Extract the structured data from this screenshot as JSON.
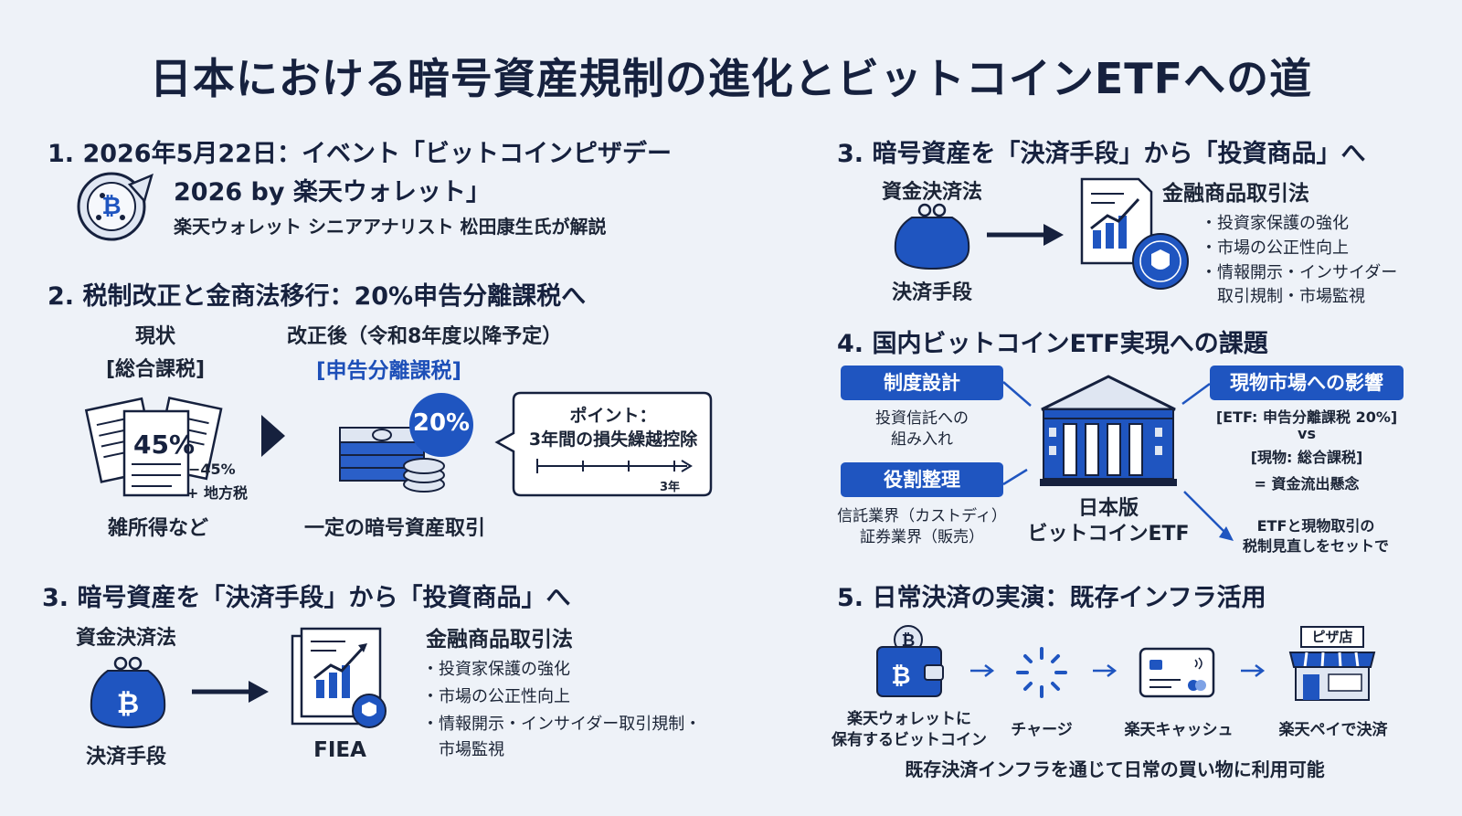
{
  "title": "日本における暗号資産規制の進化とビットコインETFへの道",
  "s1": {
    "heading_line1": "1. 2026年5月22日：イベント「ビットコインピザデー",
    "heading_line2": "2026 by 楽天ウォレット」",
    "sub": "楽天ウォレット シニアアナリスト 松田康生氏が解説"
  },
  "s2": {
    "heading": "2. 税制改正と金商法移行：20%申告分離課税へ",
    "current_label": "現状",
    "current_tax": "[総合課税]",
    "after_label": "改正後（令和8年度以降予定）",
    "after_tax": "[申告分離課税]",
    "doc_pct": "45%",
    "tax_note1": "−45%",
    "tax_note2": "+ 地方税",
    "misc_income": "雑所得など",
    "coin_pct": "20%",
    "crypto_trade": "一定の暗号資産取引",
    "point_title": "ポイント：",
    "point_text": "3年間の損失繰越控除",
    "timeline_label": "3年"
  },
  "s3left": {
    "heading": "3. 暗号資産を「決済手段」から「投資商品」へ",
    "law_from": "資金決済法",
    "from_label": "決済手段",
    "law_to": "金融商品取引法",
    "to_label": "FIEA",
    "bullets": [
      "・投資家保護の強化",
      "・市場の公正性向上",
      "・情報開示・インサイダー取引規制・",
      "　市場監視"
    ]
  },
  "s3right": {
    "heading": "3. 暗号資産を「決済手段」から「投資商品」へ",
    "law_from": "資金決済法",
    "from_label": "決済手段",
    "law_to": "金融商品取引法",
    "bullets": [
      "・投資家保護の強化",
      "・市場の公正性向上",
      "・情報開示・インサイダー",
      "　取引規制・市場監視"
    ]
  },
  "s4": {
    "heading": "4. 国内ビットコインETF実現への課題",
    "pill1": "制度設計",
    "pill1_text": [
      "投資信託への",
      "組み入れ"
    ],
    "pill2": "役割整理",
    "pill2_text": [
      "信託業界（カストディ）",
      "証券業界（販売）"
    ],
    "pill3": "現物市場への影響",
    "pill3_text": [
      "[ETF: 申告分離課税 20%]",
      "vs",
      "[現物: 総合課税]",
      "= 資金流出懸念"
    ],
    "center_label": [
      "日本版",
      "ビットコインETF"
    ],
    "note": [
      "ETFと現物取引の",
      "税制見直しをセットで"
    ]
  },
  "s5": {
    "heading": "5. 日常決済の実演：既存インフラ活用",
    "step1": [
      "楽天ウォレットに",
      "保有するビットコイン"
    ],
    "step2": "チャージ",
    "step3": "楽天キャッシュ",
    "step4": "楽天ペイで決済",
    "shop_sign": "ピザ店",
    "footer": "既存決済インフラを通じて日常の買い物に利用可能"
  },
  "colors": {
    "navy": "#16213e",
    "blue": "#1f55c0",
    "accent_blue": "#1d4fb8",
    "bg": "#eef2f8"
  },
  "icons": [
    "pizza-bitcoin-icon",
    "tax-documents-icon",
    "cash-stack-icon",
    "coin-20-icon",
    "purse-bitcoin-icon",
    "report-chart-icon",
    "bank-icon",
    "wallet-bitcoin-icon",
    "loading-icon",
    "card-icon",
    "shop-icon"
  ]
}
